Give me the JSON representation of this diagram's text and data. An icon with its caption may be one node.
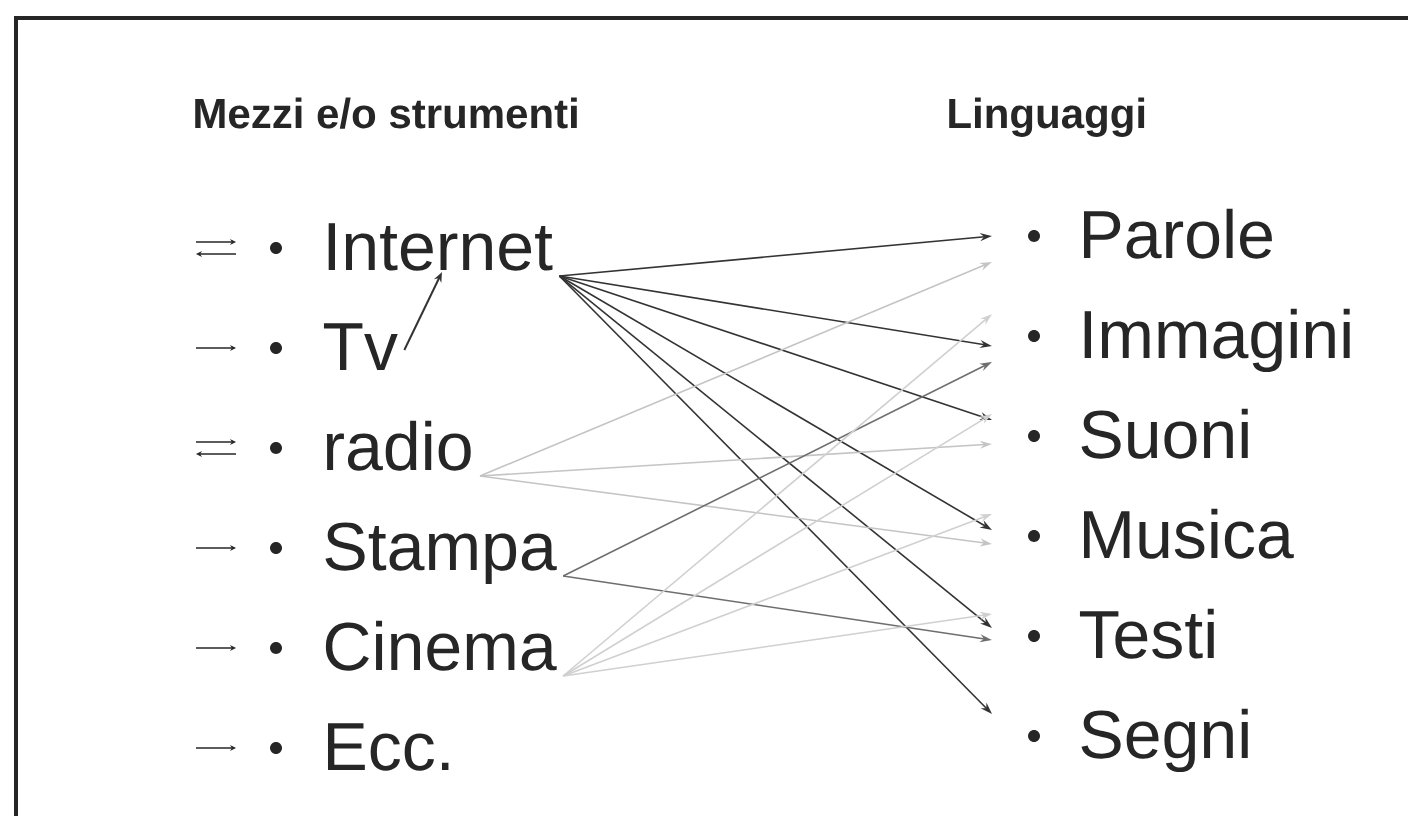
{
  "diagram": {
    "nodes": [
      {
        "text": [
          "Internet"
        ]
      },
      {
        "text": [
          "Tv"
        ]
      },
      {
        "text": [
          "radio"
        ]
      },
      {
        "text": [
          "Stampa"
        ]
      },
      {
        "text": [
          "Cinema"
        ]
      },
      {
        "text": [
          "Ecc."
        ]
      },
      {
        "text": [
          "Parole"
        ]
      },
      {
        "text": [
          "Immagini"
        ]
      },
      {
        "text": [
          "Suoni"
        ]
      },
      {
        "text": [
          "Musica"
        ]
      },
      {
        "text": [
          "Testi"
        ]
      },
      {
        "text": [
          "Segni"
        ]
      }
    ],
    "edges": [
      {
        "from": 0,
        "to": 6,
        "arrow": "to"
      },
      {
        "from": 0,
        "to": 7,
        "arrow": "to"
      },
      {
        "from": 0,
        "to": 8,
        "arrow": "to"
      },
      {
        "from": 0,
        "to": 9,
        "arrow": "to"
      },
      {
        "from": 0,
        "to": 10,
        "arrow": "to"
      },
      {
        "from": 0,
        "to": 11,
        "arrow": "to"
      },
      {
        "from": 2,
        "to": 6,
        "arrow": "to",
        "color": "#c4c4c4"
      },
      {
        "from": 2,
        "to": 8,
        "arrow": "to",
        "color": "#c4c4c4"
      },
      {
        "from": 2,
        "to": 9,
        "arrow": "to",
        "color": "#c4c4c4"
      },
      {
        "from": 3,
        "to": 7,
        "arrow": "to",
        "color": "#6e6e6e"
      },
      {
        "from": 3,
        "to": 10,
        "arrow": "to",
        "color": "#6e6e6e"
      },
      {
        "from": 4,
        "to": 7,
        "arrow": "to",
        "color": "#d0d0d0"
      },
      {
        "from": 4,
        "to": 8,
        "arrow": "to",
        "color": "#d0d0d0"
      },
      {
        "from": 4,
        "to": 9,
        "arrow": "to",
        "color": "#d0d0d0"
      },
      {
        "from": 4,
        "to": 10,
        "arrow": "to",
        "color": "#d0d0d0"
      },
      {
        "from": 1,
        "to": 0,
        "arrow": "to"
      }
    ],
    "labels": [
      "Mezzi e/o strumenti",
      "Linguaggi"
    ]
  }
}
